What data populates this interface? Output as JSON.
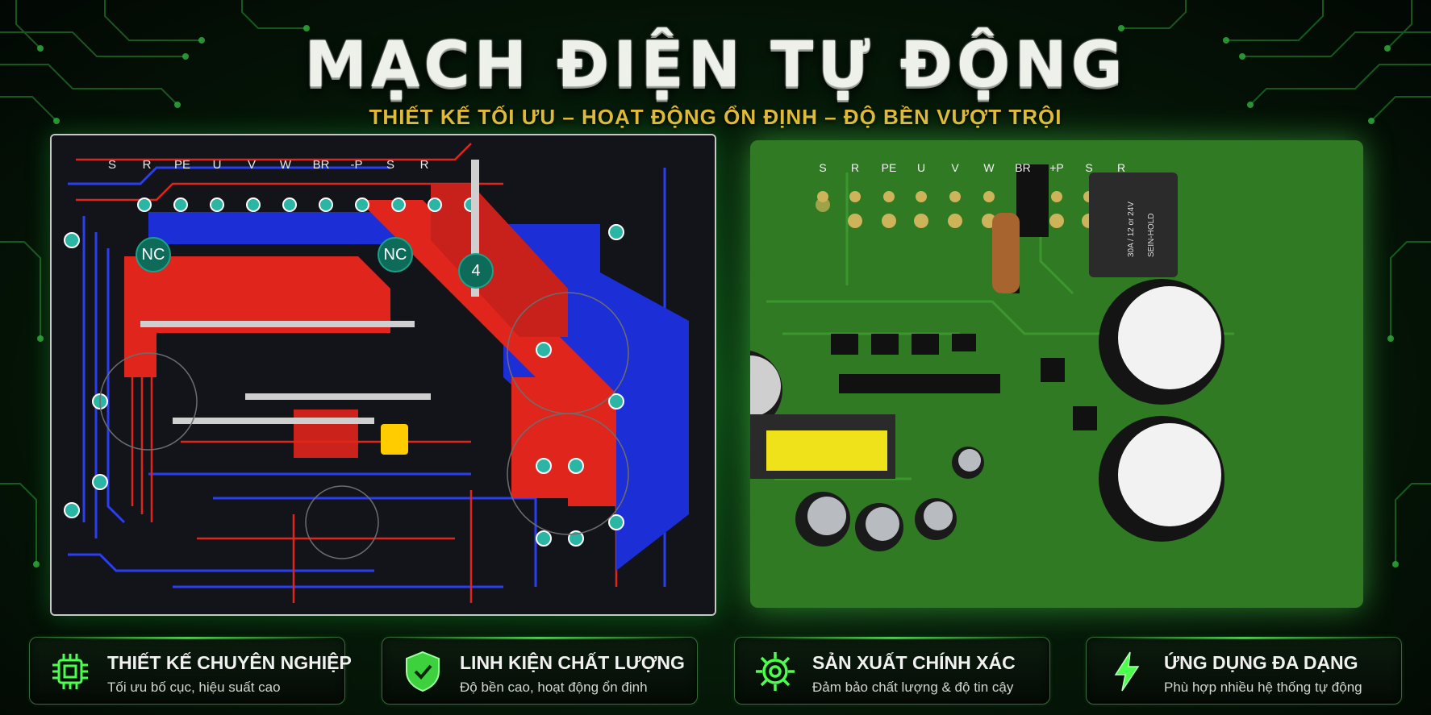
{
  "banner": {
    "title": "MẠCH ĐIỆN TỰ ĐỘNG",
    "subtitle": "THIẾT KẾ TỐI ƯU – HOẠT ĐỘNG ỔN ĐỊNH – ĐỘ BỀN VƯỢT TRỘI"
  },
  "pcb_layout": {
    "terminal_labels": [
      "S",
      "R",
      "PE",
      "U",
      "V",
      "W",
      "BR",
      "-P",
      "S",
      "R"
    ],
    "markers": [
      "NC",
      "NC",
      "4"
    ]
  },
  "pcb_board": {
    "terminal_labels": [
      "S",
      "R",
      "PE",
      "U",
      "V",
      "W",
      "BR",
      "+P",
      "S",
      "R"
    ],
    "relay_label": "30A / 12 or 24V",
    "relay_brand": "SEIN-HOLD"
  },
  "features": [
    {
      "icon": "chip-icon",
      "title": "THIẾT KẾ CHUYÊN NGHIỆP",
      "desc": "Tối ưu bố cục, hiệu suất cao"
    },
    {
      "icon": "shield-icon",
      "title": "LINH KIỆN CHẤT LƯỢNG",
      "desc": "Độ bền cao, hoạt động ổn định"
    },
    {
      "icon": "gear-icon",
      "title": "SẢN XUẤT CHÍNH XÁC",
      "desc": "Đảm bảo chất lượng & độ tin cậy"
    },
    {
      "icon": "lightning-icon",
      "title": "ỨNG DỤNG ĐA DẠNG",
      "desc": "Phù hợp nhiều hệ thống tự động"
    }
  ],
  "colors": {
    "background": "#061c09",
    "accent_green": "#4cff4c",
    "title_gold": "#e2b93a",
    "trace_red": "#e0261c",
    "trace_blue": "#1c2fd6",
    "board_green": "#2f7a23"
  }
}
